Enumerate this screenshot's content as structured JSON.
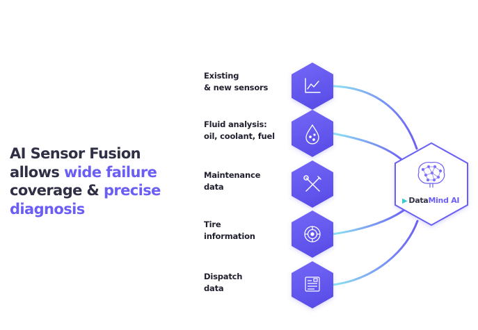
{
  "headline": {
    "part1": "AI Sensor Fusion allows ",
    "highlight1": "wide failure",
    "part2": " coverage & ",
    "highlight2": "precise diagnosis"
  },
  "sources": [
    {
      "line1": "Existing",
      "line2": "& new sensors",
      "icon": "line-chart-icon"
    },
    {
      "line1": "Fluid analysis:",
      "line2": "oil, coolant, fuel",
      "icon": "fluid-drop-icon"
    },
    {
      "line1": "Maintenance",
      "line2": "data",
      "icon": "wrench-screwdriver-icon"
    },
    {
      "line1": "Tire",
      "line2": "information",
      "icon": "tire-icon"
    },
    {
      "line1": "Dispatch",
      "line2": "data",
      "icon": "dispatch-document-icon"
    }
  ],
  "brand": {
    "name_part1": "Data",
    "name_part2": "Mind AI",
    "icon": "brain-network-icon"
  },
  "colors": {
    "accent": "#6b5ef5",
    "text_dark": "#2f2f45",
    "connector_start": "#8ee6f2",
    "connector_end": "#6b5ef5"
  }
}
